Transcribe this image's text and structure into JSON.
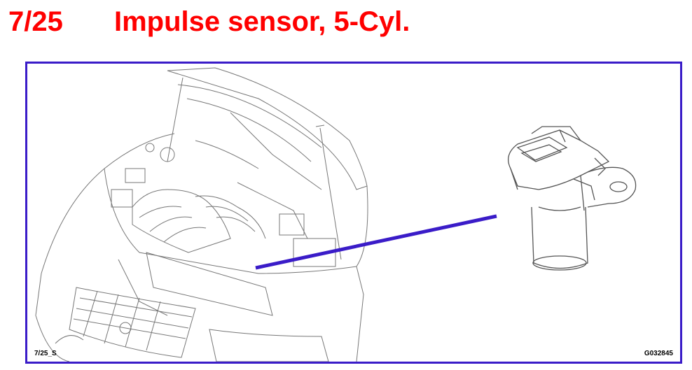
{
  "header": {
    "section_number": "7/25",
    "title": "Impulse sensor, 5-Cyl.",
    "title_color": "#ff0000"
  },
  "figure": {
    "frame_color": "#3a1cc8",
    "pointer_color": "#3a1cc8",
    "code_left": "7/25_S",
    "code_right": "G032845",
    "illustrations": [
      "engine-bay-illustration",
      "impulse-sensor-illustration"
    ]
  }
}
